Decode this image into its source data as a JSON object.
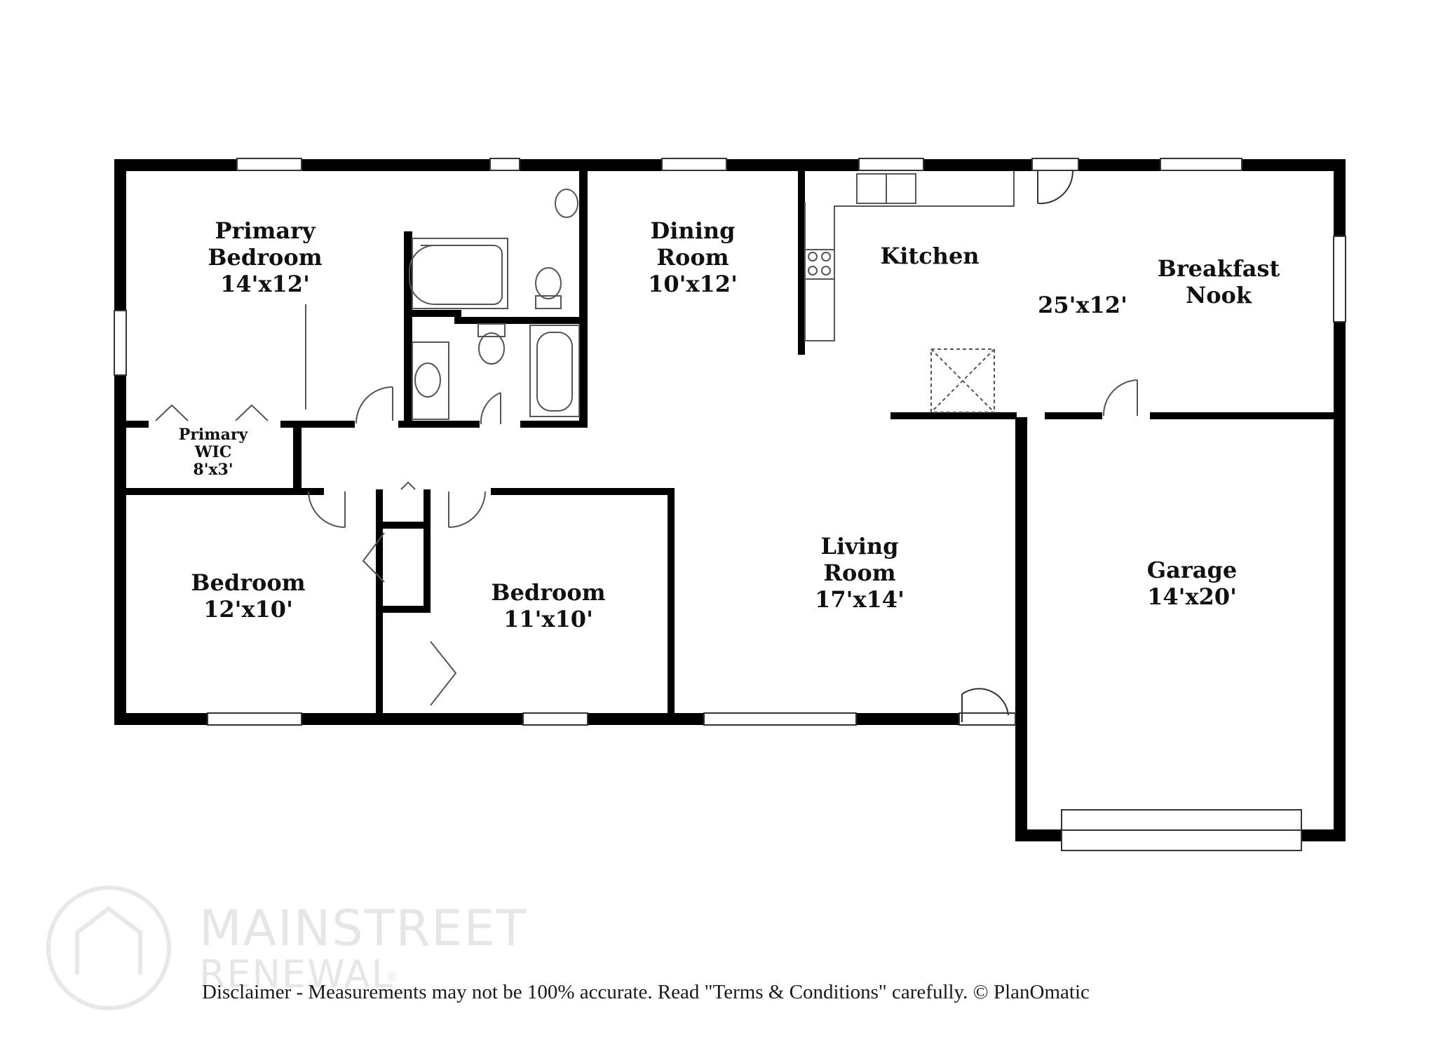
{
  "rooms": {
    "primary_bedroom": {
      "line1": "Primary",
      "line2": "Bedroom",
      "size": "14'x12'"
    },
    "primary_wic": {
      "line1": "Primary",
      "line2": "WIC",
      "size": "8'x3'"
    },
    "dining_room": {
      "line1": "Dining",
      "line2": "Room",
      "size": "10'x12'"
    },
    "kitchen": {
      "label": "Kitchen",
      "size": "25'x12'"
    },
    "breakfast_nook": {
      "line1": "Breakfast",
      "line2": "Nook"
    },
    "bedroom_left": {
      "label": "Bedroom",
      "size": "12'x10'"
    },
    "bedroom_mid": {
      "label": "Bedroom",
      "size": "11'x10'"
    },
    "living_room": {
      "line1": "Living",
      "line2": "Room",
      "size": "17'x14'"
    },
    "garage": {
      "label": "Garage",
      "size": "14'x20'"
    }
  },
  "watermark": {
    "line1": "MAINSTREET",
    "line2": "RENEWAL",
    "mark": "®"
  },
  "footer": {
    "disclaimer": "Disclaimer - Measurements may not be 100% accurate. Read \"Terms & Conditions\" carefully. © PlanOmatic"
  },
  "colors": {
    "wall": "#000000",
    "fixture": "#555555",
    "watermark": "#e6e6e6"
  }
}
